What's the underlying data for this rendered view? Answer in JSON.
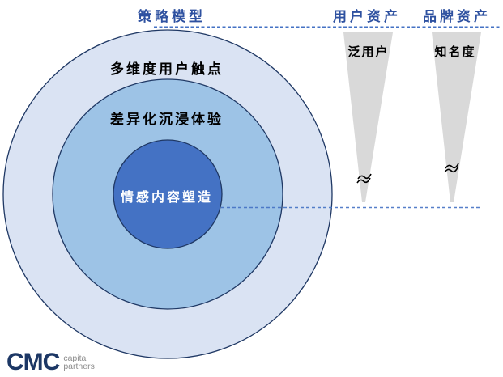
{
  "headers": {
    "strategy_model": "策略模型",
    "user_assets": "用户资产",
    "brand_assets": "品牌资产"
  },
  "rings": [
    {
      "label": "多维度用户触点"
    },
    {
      "label": "差异化沉浸体验"
    },
    {
      "label": "情感内容塑造"
    }
  ],
  "funnels": [
    {
      "label": "泛用户"
    },
    {
      "label": "知名度"
    }
  ],
  "logo": {
    "name": "CMC",
    "subtitle_line1": "capital",
    "subtitle_line2": "partners"
  },
  "colors": {
    "header_text": "#2e51a0",
    "dashed_line": "#4472c4",
    "outer_circle": "#dae3f3",
    "middle_circle": "#9dc3e6",
    "inner_circle": "#4472c4",
    "circle_border": "#1f3864",
    "funnel_fill": "#d9d9d9",
    "ring_text": "#000000",
    "inner_circle_text": "#ffffff",
    "break_mark": "#000000",
    "logo_navy": "#1c3765",
    "logo_gray": "#8c8c8c"
  }
}
